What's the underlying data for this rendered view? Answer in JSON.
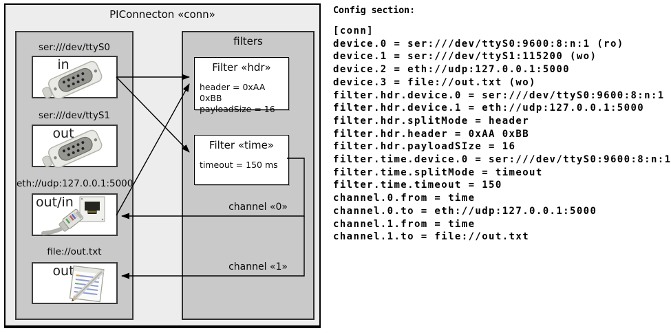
{
  "colors": {
    "outer_fill": "#ededed",
    "panel_fill": "#c9c9c9",
    "box_border": "#3b3b3b",
    "arrow_line": "#000000",
    "notepad_rule_blue": "#8f9bd6"
  },
  "diagram": {
    "title": "PIConnecton «conn»",
    "devices_panel": {
      "devices": [
        {
          "url": "ser:///dev/ttyS0",
          "direction": "in",
          "icon": "serial-connector"
        },
        {
          "url": "ser:///dev/ttyS1",
          "direction": "out",
          "icon": "serial-connector"
        },
        {
          "url": "eth://udp:127.0.0.1:5000",
          "direction": "out/in",
          "icon": "ethernet-connector"
        },
        {
          "url": "file://out.txt",
          "direction": "out",
          "icon": "notepad-pencil"
        }
      ]
    },
    "filters_panel": {
      "title": "filters",
      "filters": [
        {
          "title": "Filter «hdr»",
          "properties": "header = 0xAA 0xBB\npayloadSize = 16"
        },
        {
          "title": "Filter «time»",
          "properties": "timeout = 150 ms"
        }
      ]
    },
    "channels": [
      {
        "label": "channel «0»"
      },
      {
        "label": "channel «1»"
      }
    ]
  },
  "config": {
    "heading": "Config section:",
    "lines": [
      "[conn]",
      "device.0 = ser:///dev/ttyS0:9600:8:n:1 (ro)",
      "device.1 = ser:///dev/ttyS1:115200 (wo)",
      "device.2 = eth://udp:127.0.0.1:5000",
      "device.3 = file://out.txt (wo)",
      "filter.hdr.device.0 = ser:///dev/ttyS0:9600:8:n:1",
      "filter.hdr.device.1 = eth://udp:127.0.0.1:5000",
      "filter.hdr.splitMode = header",
      "filter.hdr.header = 0xAA 0xBB",
      "filter.hdr.payloadSIze = 16",
      "filter.time.device.0 = ser:///dev/ttyS0:9600:8:n:1",
      "filter.time.splitMode = timeout",
      "filter.time.timeout = 150",
      "channel.0.from = time",
      "channel.0.to = eth://udp:127.0.0.1:5000",
      "channel.1.from = time",
      "channel.1.to = file://out.txt"
    ]
  }
}
